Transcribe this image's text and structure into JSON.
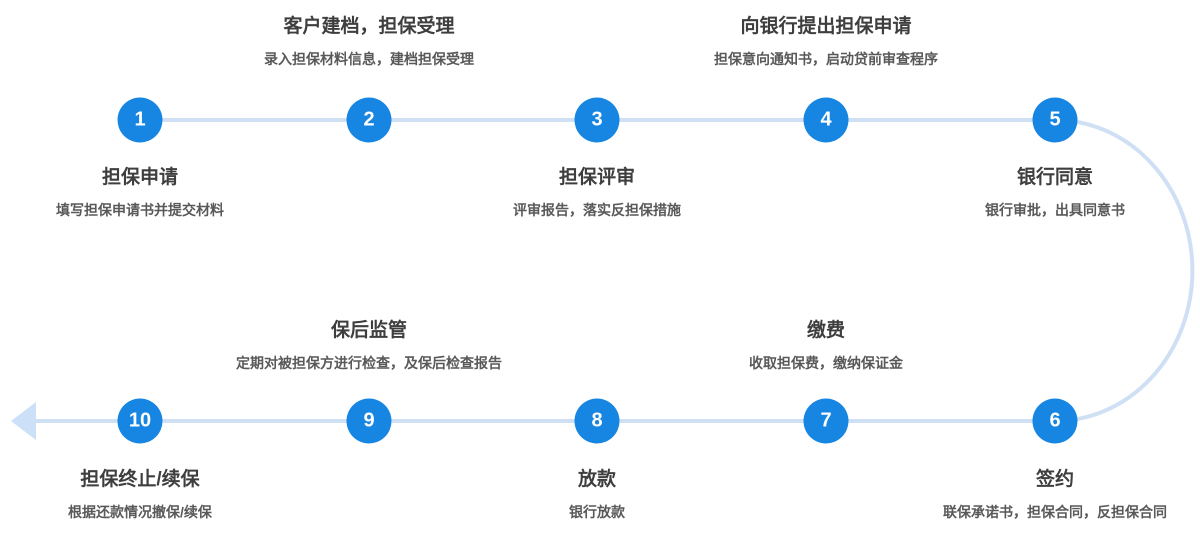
{
  "diagram": {
    "type": "process-flow",
    "layout": "snake-two-rows",
    "steps": [
      {
        "num": "1",
        "title": "担保申请",
        "desc": "填写担保申请书并提交材料"
      },
      {
        "num": "2",
        "title": "客户建档，担保受理",
        "desc": "录入担保材料信息，建档担保受理"
      },
      {
        "num": "3",
        "title": "担保评审",
        "desc": "评审报告，落实反担保措施"
      },
      {
        "num": "4",
        "title": "向银行提出担保申请",
        "desc": "担保意向通知书，启动贷前审查程序"
      },
      {
        "num": "5",
        "title": "银行同意",
        "desc": "银行审批，出具同意书"
      },
      {
        "num": "6",
        "title": "签约",
        "desc": "联保承诺书，担保合同，反担保合同"
      },
      {
        "num": "7",
        "title": "缴费",
        "desc": "收取担保费，缴纳保证金"
      },
      {
        "num": "8",
        "title": "放款",
        "desc": "银行放款"
      },
      {
        "num": "9",
        "title": "保后监管",
        "desc": "定期对被担保方进行检查，及保后检查报告"
      },
      {
        "num": "10",
        "title": "担保终止/续保",
        "desc": "根据还款情况撤保/续保"
      }
    ]
  },
  "colors": {
    "node": "#1786e3",
    "node-text": "#ffffff",
    "line": "#cfe0f5",
    "arrow": "#cce0f8",
    "title": "#3e3e3e",
    "desc": "#595959",
    "bg": "#ffffff"
  }
}
